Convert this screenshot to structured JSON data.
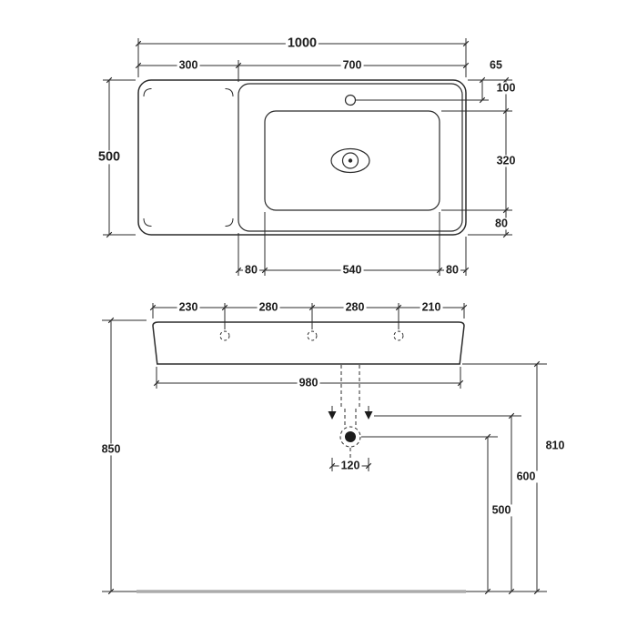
{
  "top_view": {
    "width_total": "1000",
    "width_shelf": "300",
    "width_bowl_section": "700",
    "depth_total": "500",
    "tap_hole_offset": "65",
    "bowl_top_inset": "100",
    "bowl_depth": "320",
    "bowl_bottom_inset": "80",
    "bowl_left_inset": "80",
    "bowl_width": "540",
    "bowl_right_inset": "80"
  },
  "front_view": {
    "hole_spacing_1": "230",
    "hole_spacing_2": "280",
    "hole_spacing_3": "280",
    "hole_spacing_4": "210",
    "base_width": "980",
    "rim_height": "850",
    "underside_height": "810",
    "water_supply_height": "600",
    "waste_outlet_height": "500",
    "supply_spacing": "120"
  },
  "colors": {
    "line": "#2b2b2b",
    "text": "#1c1c1c",
    "floor_line": "#ababab",
    "background": "#ffffff"
  }
}
